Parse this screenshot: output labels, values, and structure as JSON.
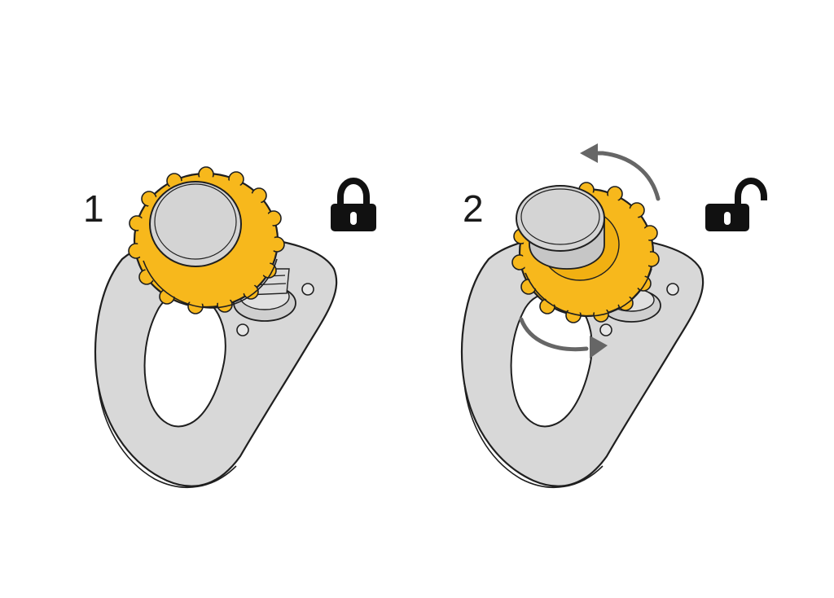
{
  "steps": [
    {
      "number": "1",
      "state": "locked",
      "icon": "lock-closed-icon"
    },
    {
      "number": "2",
      "state": "unlocked",
      "icon": "lock-open-icon"
    }
  ],
  "colors": {
    "plate": "#d8d8d8",
    "knob": "#f7b81c",
    "cap": "#d4d4d4",
    "outline": "#1f1f1f",
    "arrow": "#666666",
    "lock": "#111111"
  }
}
